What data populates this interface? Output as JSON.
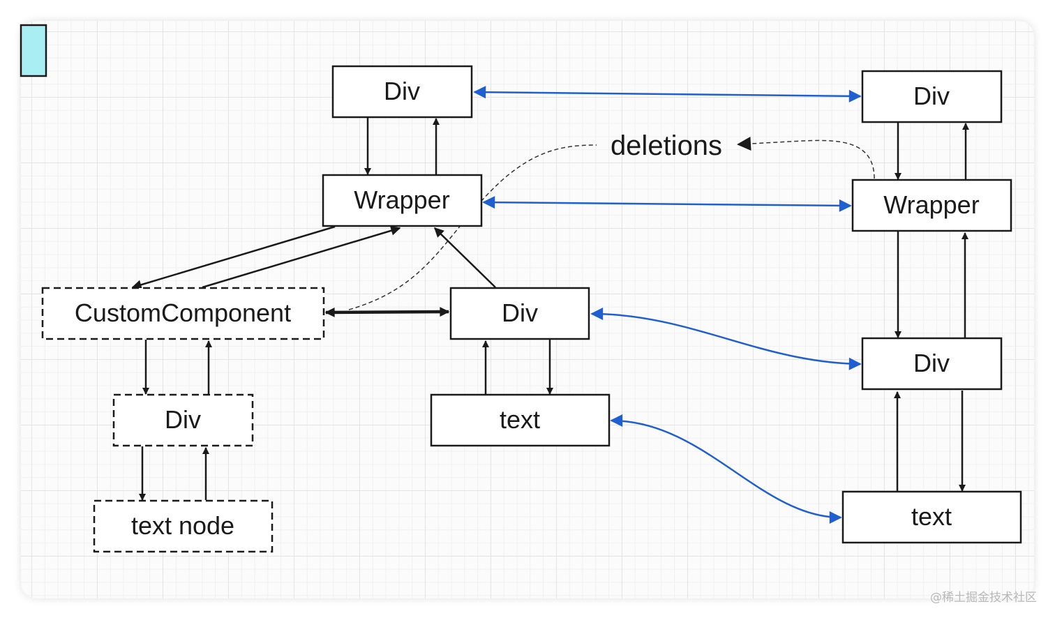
{
  "nodes": {
    "left_div": "Div",
    "left_wrapper": "Wrapper",
    "custom_component": "CustomComponent",
    "cc_div": "Div",
    "text_node": "text node",
    "mid_div": "Div",
    "mid_text": "text",
    "right_div": "Div",
    "right_wrapper": "Wrapper",
    "right_mid_div": "Div",
    "right_text": "text"
  },
  "deletions_label": "deletions",
  "watermark": "@稀土掘金技术社区",
  "colors": {
    "line": "#1a1a1a",
    "alternate_link": "#1f5fcf",
    "sticky_note": "#a8eef2"
  }
}
